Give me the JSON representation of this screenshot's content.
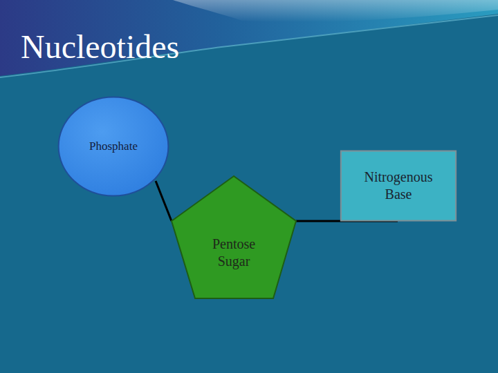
{
  "diagram": {
    "title": "Nucleotides",
    "nodes": [
      {
        "text": [
          "Phosphate"
        ]
      },
      {
        "text": [
          "Nitrogenous Base"
        ]
      },
      {
        "text": [
          "Pentose Sugar"
        ]
      }
    ],
    "edges": [
      {
        "from": 0,
        "to": 2,
        "arrow": "none"
      },
      {
        "from": 2,
        "to": 1,
        "arrow": "none"
      }
    ]
  }
}
